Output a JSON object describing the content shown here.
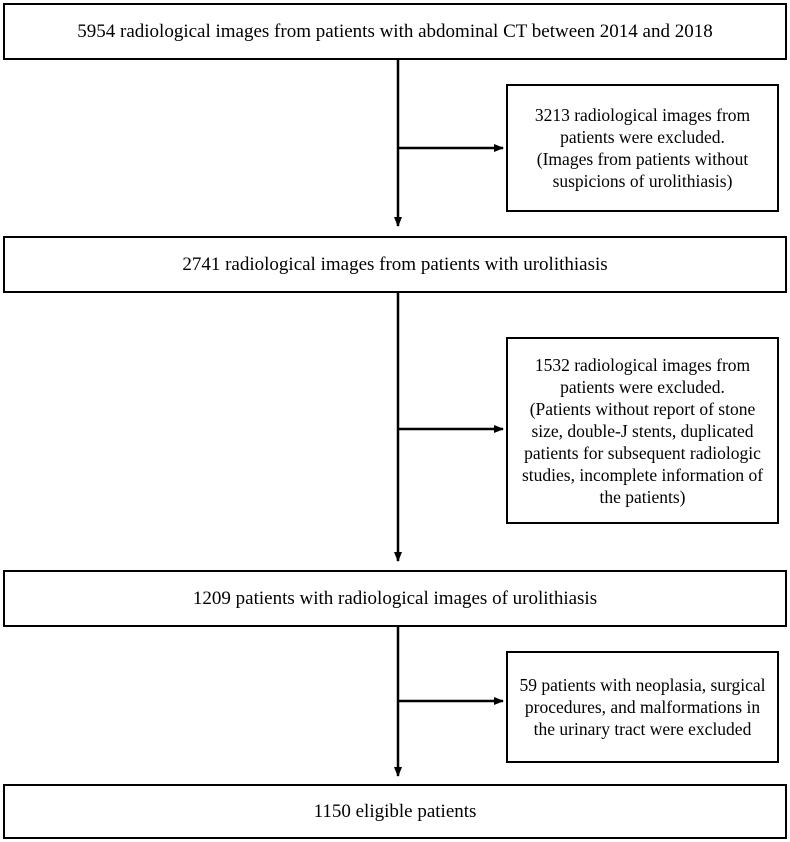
{
  "flowchart": {
    "steps": [
      "5954 radiological images from patients with abdominal CT between 2014 and 2018",
      "2741 radiological images from patients with urolithiasis",
      "1209 patients with radiological images of urolithiasis",
      "1150 eligible patients"
    ],
    "exclusions": [
      {
        "line1": "3213 radiological images from patients were excluded.",
        "line2": "(Images from patients without suspicions of urolithiasis)"
      },
      {
        "line1": "1532 radiological images from patients were excluded.",
        "line2": "(Patients without report of stone size, double-J stents, duplicated patients for subsequent radiologic studies, incomplete information of the patients)"
      },
      {
        "line1": "59 patients with neoplasia, surgical procedures, and malformations in the urinary tract were excluded",
        "line2": ""
      }
    ]
  }
}
